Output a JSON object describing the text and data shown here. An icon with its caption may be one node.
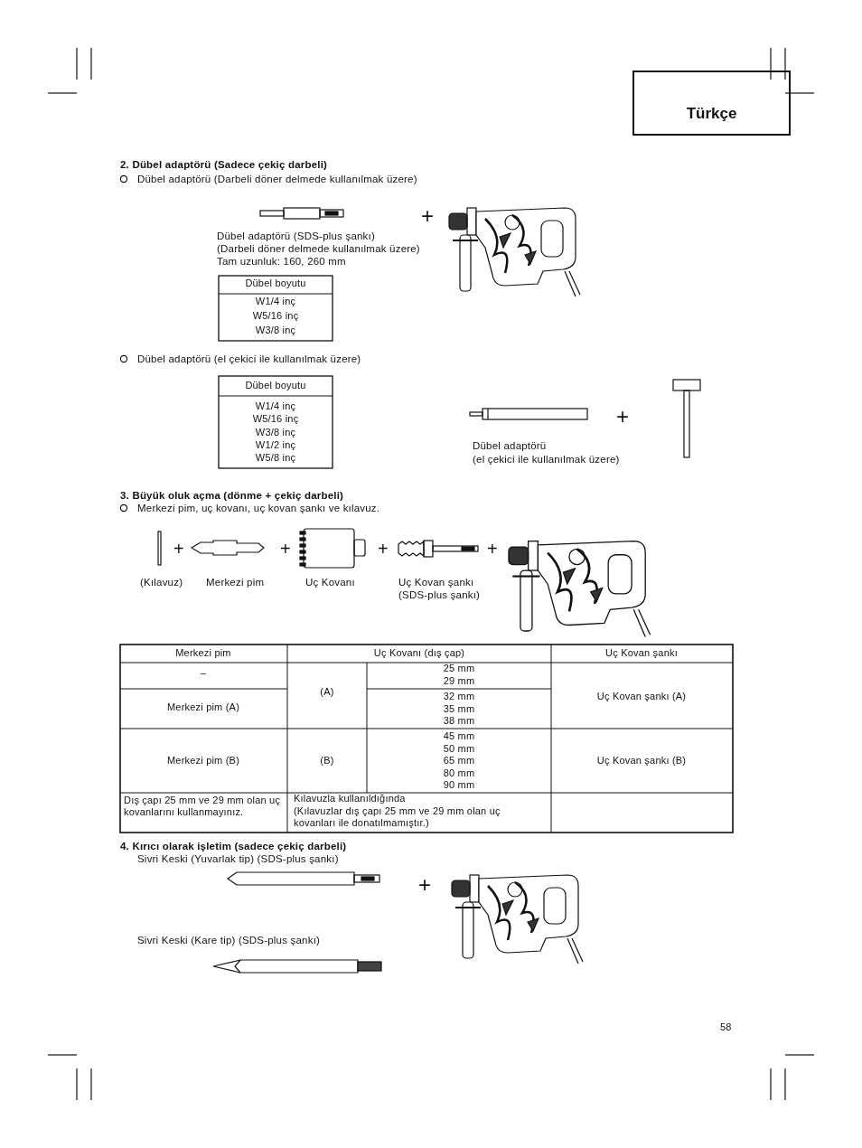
{
  "diagram": {
    "nodes": [
      {
        "text": [
          "Türkçe"
        ]
      }
    ],
    "labels": [
      "2. Dübel adaptörü (Sadece çekiç darbeli)",
      "Dübel adaptörü (Darbeli döner delmede kullanılmak üzere)",
      "+",
      "Dübel adaptörü (SDS-plus şankı)",
      "(Darbeli döner delmede kullanılmak üzere)",
      "Tam uzunluk: 160, 260 mm",
      "Dübel boyutu",
      "W1/4 inç",
      "W5/16 inç",
      "W3/8 inç",
      "Dübel adaptörü (el çekici ile kullanılmak üzere)",
      "Dübel boyutu",
      "W1/4 inç",
      "W5/16 inç",
      "W3/8 inç",
      "W1/2 inç",
      "W5/8 inç",
      "+",
      "Dübel adaptörü",
      "(el çekici ile kullanılmak üzere)",
      "3. Büyük oluk açma (dönme + çekiç darbeli)",
      "Merkezi pim, uç kovanı, uç kovan şankı ve kılavuz.",
      "+",
      "+",
      "+",
      "+",
      "(Kılavuz)",
      "Merkezi pim",
      "Uç Kovanı",
      "Uç Kovan şankı",
      "(SDS-plus şankı)",
      "Merkezi pim",
      "Uç Kovanı (dış çap)",
      "Uç Kovan şankı",
      "–",
      "(A)",
      "25 mm",
      "29 mm",
      "Uç Kovan şankı (A)",
      "Merkezi pim (A)",
      "32 mm",
      "35 mm",
      "38 mm",
      "Merkezi pim (B)",
      "(B)",
      "45 mm",
      "50 mm",
      "65 mm",
      "80 mm",
      "90 mm",
      "Uç Kovan şankı (B)",
      "Dış çapı 25 mm ve 29 mm olan uç kovanlarını kullanmayınız.",
      "Kılavuzla kullanıldığında",
      "(Kılavuzlar dış çapı 25 mm ve 29 mm olan uç kovanları ile donatılmamıştır.)",
      "4. Kırıcı olarak işletim (sadece çekiç darbeli)",
      "Sivri Keski (Yuvarlak tip) (SDS-plus şankı)",
      "+",
      "Sivri Keski (Kare tip) (SDS-plus şankı)",
      "58"
    ]
  }
}
